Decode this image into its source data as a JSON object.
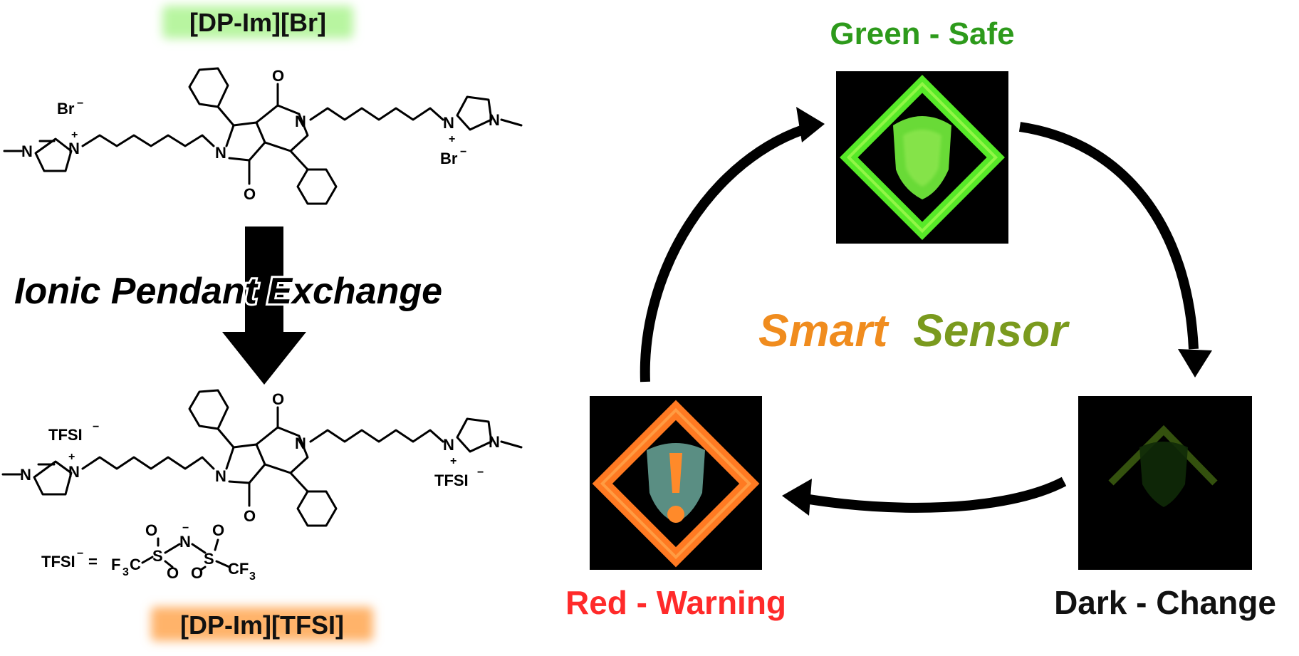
{
  "figure": {
    "top_label": "[DP-Im][Br]",
    "bottom_label": "[DP-Im][TFSI]",
    "exchange_label": "Ionic Pendant Exchange",
    "sensor_title_part1": "Smart",
    "sensor_title_part2": "Sensor",
    "state_green": "Green - Safe",
    "state_dark": "Dark - Change",
    "state_red": "Red - Warning"
  },
  "molecule_top": {
    "anion_left": "Br",
    "anion_right": "Br",
    "charge_minus": "−",
    "charge_plus": "+",
    "methyl_left": "N",
    "cation_n_left": "N",
    "ring_n_left": "N",
    "ring_n_right": "N",
    "cation_n_right": "N",
    "methyl_right": "N",
    "carbonyl_top": "O",
    "carbonyl_bottom": "O"
  },
  "molecule_bottom": {
    "anion_left": "TFSI",
    "anion_right": "TFSI",
    "charge_minus": "−",
    "charge_plus": "+",
    "methyl_left": "N",
    "cation_n_left": "N",
    "ring_n_left": "N",
    "ring_n_right": "N",
    "cation_n_right": "N",
    "methyl_right": "N",
    "carbonyl_top": "O",
    "carbonyl_bottom": "O"
  },
  "tfsi_definition": {
    "lhs": "TFSI",
    "eq": "=",
    "f3c": "F",
    "f3c_sub": "3",
    "f3c_c": "C",
    "s_left": "S",
    "n_center": "N",
    "s_right": "S",
    "cf3": "CF",
    "cf3_sub": "3",
    "o": "O"
  },
  "colors": {
    "green_glow": "#b8f5a0",
    "orange_glow": "#ffb36b",
    "green_text": "#2d9a1b",
    "red_text": "#ff2a2a",
    "orange_text": "#f08c1e",
    "olive_text": "#7a9a1e",
    "panel_bg": "#000000"
  }
}
